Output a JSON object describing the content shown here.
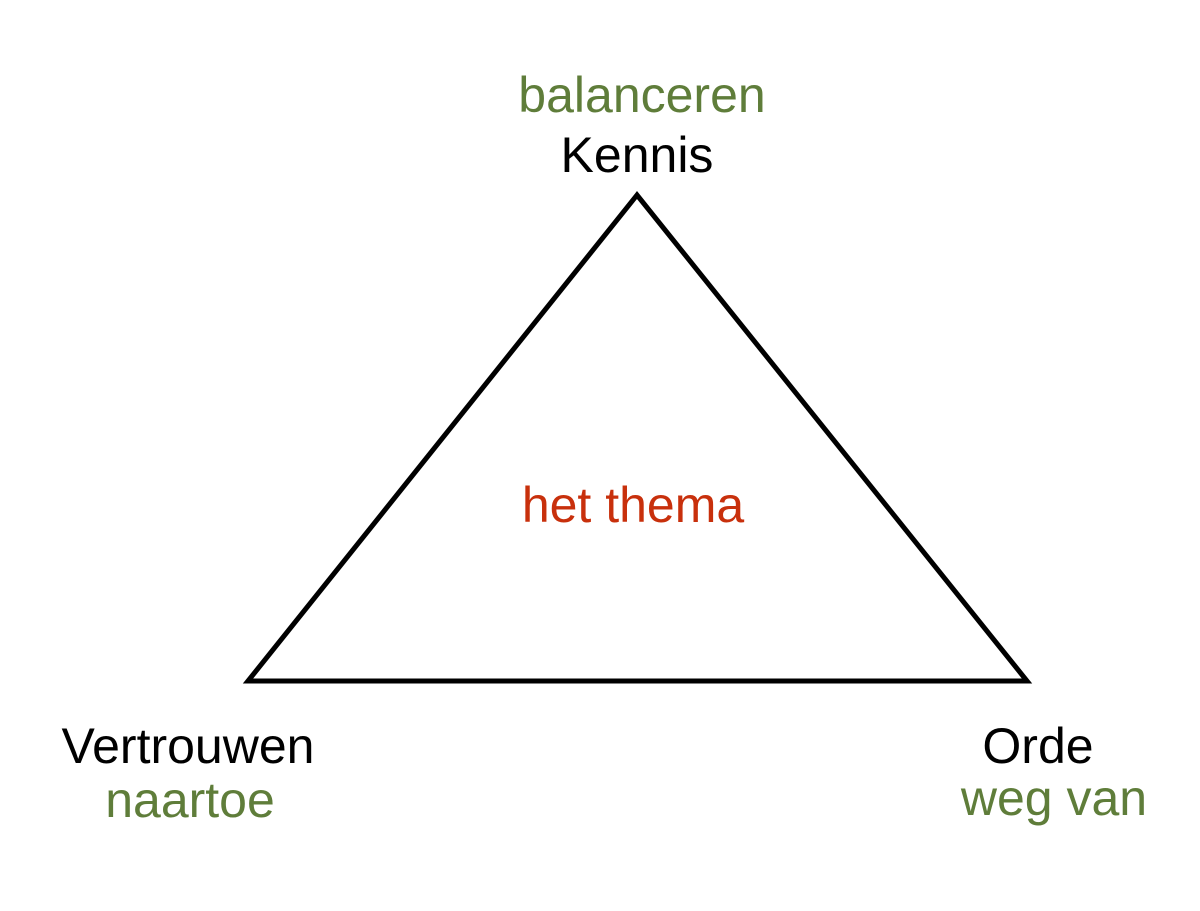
{
  "diagram": {
    "center_label": "het thema",
    "vertices": {
      "top": {
        "label": "Kennis",
        "sublabel": "balanceren"
      },
      "bottom_left": {
        "label": "Vertrouwen",
        "sublabel": "naartoe"
      },
      "bottom_right": {
        "label": "Orde",
        "sublabel": "weg van"
      }
    }
  },
  "colors": {
    "label": "#000000",
    "sublabel": "#5f7d3a",
    "center": "#c8300c",
    "stroke": "#000000"
  }
}
